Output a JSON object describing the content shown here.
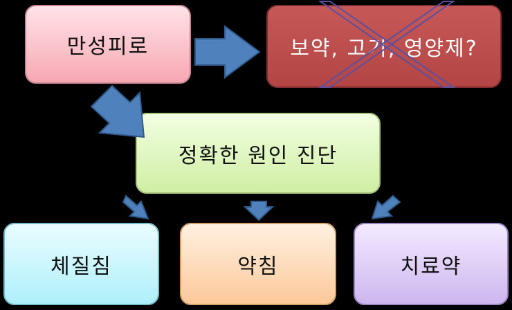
{
  "nodes": {
    "fatigue": "만성피로",
    "tonic": "보약, 고기, 영양제?",
    "diagnosis": "정확한 원인 진단",
    "constitution": "체질침",
    "acupuncture": "약침",
    "herbal": "치료약"
  },
  "colors": {
    "arrow": "#4f81bd",
    "cross": "#5b4fa0"
  }
}
